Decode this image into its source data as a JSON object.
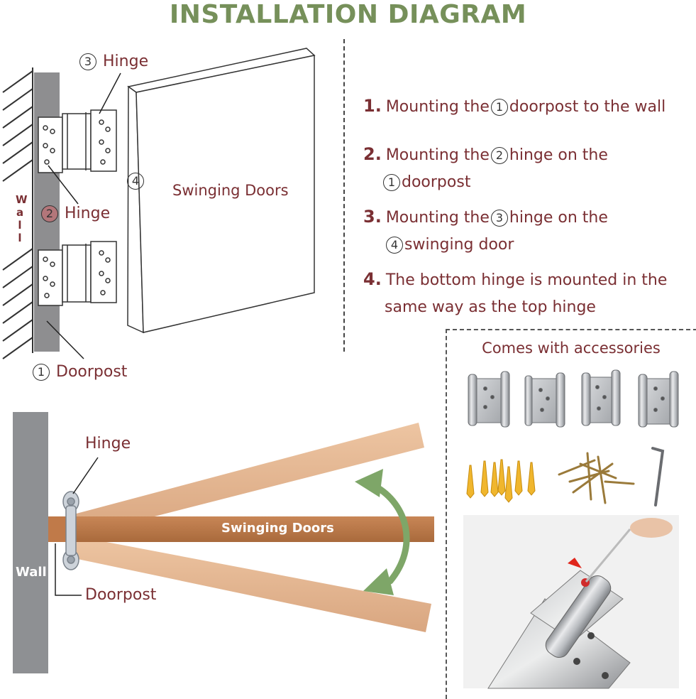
{
  "title": "INSTALLATION DIAGRAM",
  "top_diagram": {
    "label_hinge_3_num": "3",
    "label_hinge_3": "Hinge",
    "label_hinge_2_num": "2",
    "label_hinge_2": "Hinge",
    "label_doorpost_num": "1",
    "label_doorpost": "Doorpost",
    "label_door_num": "4",
    "label_door": "Swinging Doors",
    "wall_letters": [
      "W",
      "a",
      "l",
      "l"
    ]
  },
  "steps": [
    {
      "num": "1.",
      "text_a": "Mounting the",
      "circle": "1",
      "text_b": "doorpost to the wall",
      "line2_circle": "",
      "line2": ""
    },
    {
      "num": "2.",
      "text_a": "Mounting the",
      "circle": "2",
      "text_b": "hinge on the",
      "line2_circle": "1",
      "line2": "doorpost"
    },
    {
      "num": "3.",
      "text_a": "Mounting the",
      "circle": "3",
      "text_b": "hinge on the",
      "line2_circle": "4",
      "line2": "swinging door"
    },
    {
      "num": "4.",
      "text_a": "The bottom hinge is mounted in the",
      "circle": "",
      "text_b": "",
      "line2_circle": "",
      "line2": "same way as the top hinge"
    }
  ],
  "accessories": {
    "title": "Comes with accessories"
  },
  "bottom_diagram": {
    "hinge_label": "Hinge",
    "door_label": "Swinging Doors",
    "wall_label": "Wall",
    "doorpost_label": "Doorpost"
  },
  "colors": {
    "title_green": "#76905a",
    "text_maroon": "#7a2f33",
    "arrow_green": "#7ea668",
    "wood": "#e3b48f",
    "wood_dark": "#b87a4f",
    "wall_gray": "#8d8f92"
  }
}
